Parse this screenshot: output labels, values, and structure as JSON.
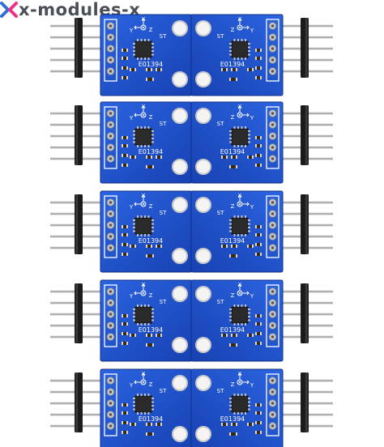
{
  "brand": {
    "name": "x-modules-x",
    "colors": {
      "x_left": "#2f6fd6",
      "x_right": "#e8338a",
      "text": "#4a4f57"
    }
  },
  "module": {
    "chip_label": "E01394",
    "st_label": "ST",
    "axis_x": "X",
    "axis_y": "Y",
    "axis_z": "Z",
    "pcb_color": "#1d4fc7",
    "pin_count": 5
  },
  "layout": {
    "rows": 5,
    "columns": 2,
    "orientation": [
      "normal",
      "mirrored"
    ]
  }
}
